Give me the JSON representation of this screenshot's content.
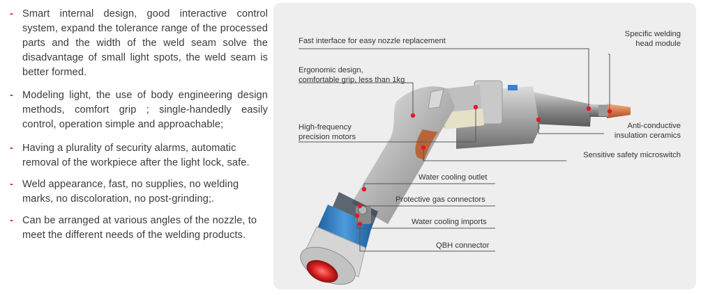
{
  "features": [
    {
      "text": "Smart internal design, good interactive control system, expand the tolerance range of the processed parts and the width of the weld seam solve the disadvantage of small light spots, the weld seam is better formed."
    },
    {
      "text": "Modeling light, the use of body engineering design methods, comfort grip ; single-handedly easily control, operation simple and approachable;"
    },
    {
      "text": "Having a plurality of security alarms, automatic removal of the workpiece after the light lock, safe."
    },
    {
      "text": "Weld appearance, fast, no supplies, no welding marks, no discoloration, no post-grinding;."
    },
    {
      "text": "Can be arranged at various angles of the nozzle, to meet the different needs of the welding products."
    }
  ],
  "bullet_symbol": "-",
  "diagram": {
    "labels": {
      "fast_interface": "Fast interface for easy nozzle replacement",
      "specific_head_1": "Specific welding",
      "specific_head_2": "head module",
      "ergonomic_1": "Ergonomic design,",
      "ergonomic_2": "comfortable grip, less than 1kg",
      "hf_motors_1": "High-frequency",
      "hf_motors_2": "precision motors",
      "anti_conductive_1": "Anti-conductive",
      "anti_conductive_2": "insulation ceramics",
      "microswitch": "Sensitive safety microswitch",
      "water_outlet": "Water cooling outlet",
      "gas_connectors": "Protective gas connectors",
      "water_imports": "Water cooling imports",
      "qbh_connector": "QBH connector"
    }
  },
  "colors": {
    "bullet": "#d12a2a",
    "panel_bg": "#eeeeef",
    "marker": "#e01b22",
    "leader": "#555555",
    "ring_blue": "#2f7fc4",
    "nozzle_copper": "#d9784a"
  }
}
